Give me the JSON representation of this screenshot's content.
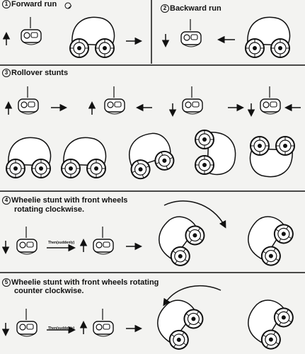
{
  "sections": [
    {
      "number": "1",
      "title": "Forward run"
    },
    {
      "number": "2",
      "title": "Backward run"
    },
    {
      "number": "3",
      "title": "Rollover stunts"
    },
    {
      "number": "4",
      "title_line1": "Wheelie stunt with front wheels",
      "title_line2": "rotating clockwise.",
      "transition_label": "Then(suddenly)"
    },
    {
      "number": "5",
      "title_line1": "Wheelie stunt with front wheels rotating",
      "title_line2": "counter clockwise.",
      "transition_label": "Then(suddenly)"
    }
  ]
}
